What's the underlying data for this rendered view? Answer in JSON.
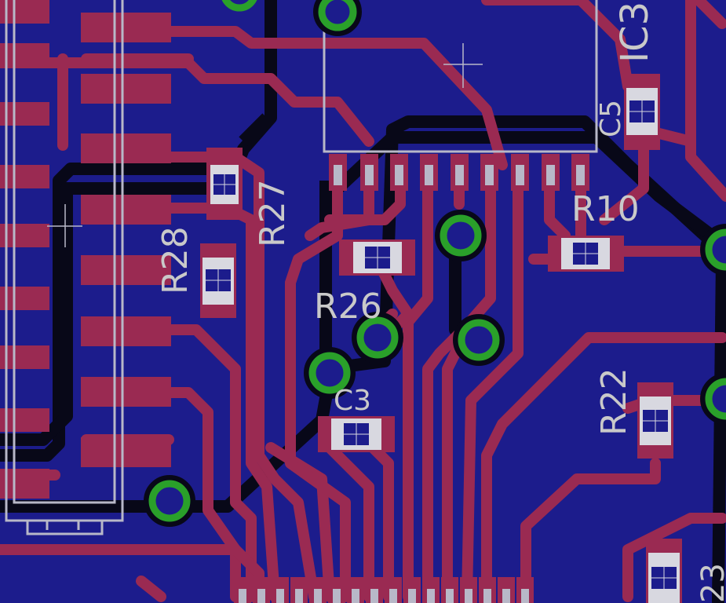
{
  "colors": {
    "board": "#1c1c8c",
    "trace": "#9a2a52",
    "outline": "#b8b8c8",
    "via": "#2aa02a",
    "keepout": "#0a0a20",
    "text": "#c9c9c9"
  },
  "labels": {
    "ic": "IC3",
    "c5": "C5",
    "r10": "R10",
    "r27": "R27",
    "r28": "R28",
    "r26": "R26",
    "c3": "C3",
    "r22": "R22",
    "r23": "23"
  }
}
